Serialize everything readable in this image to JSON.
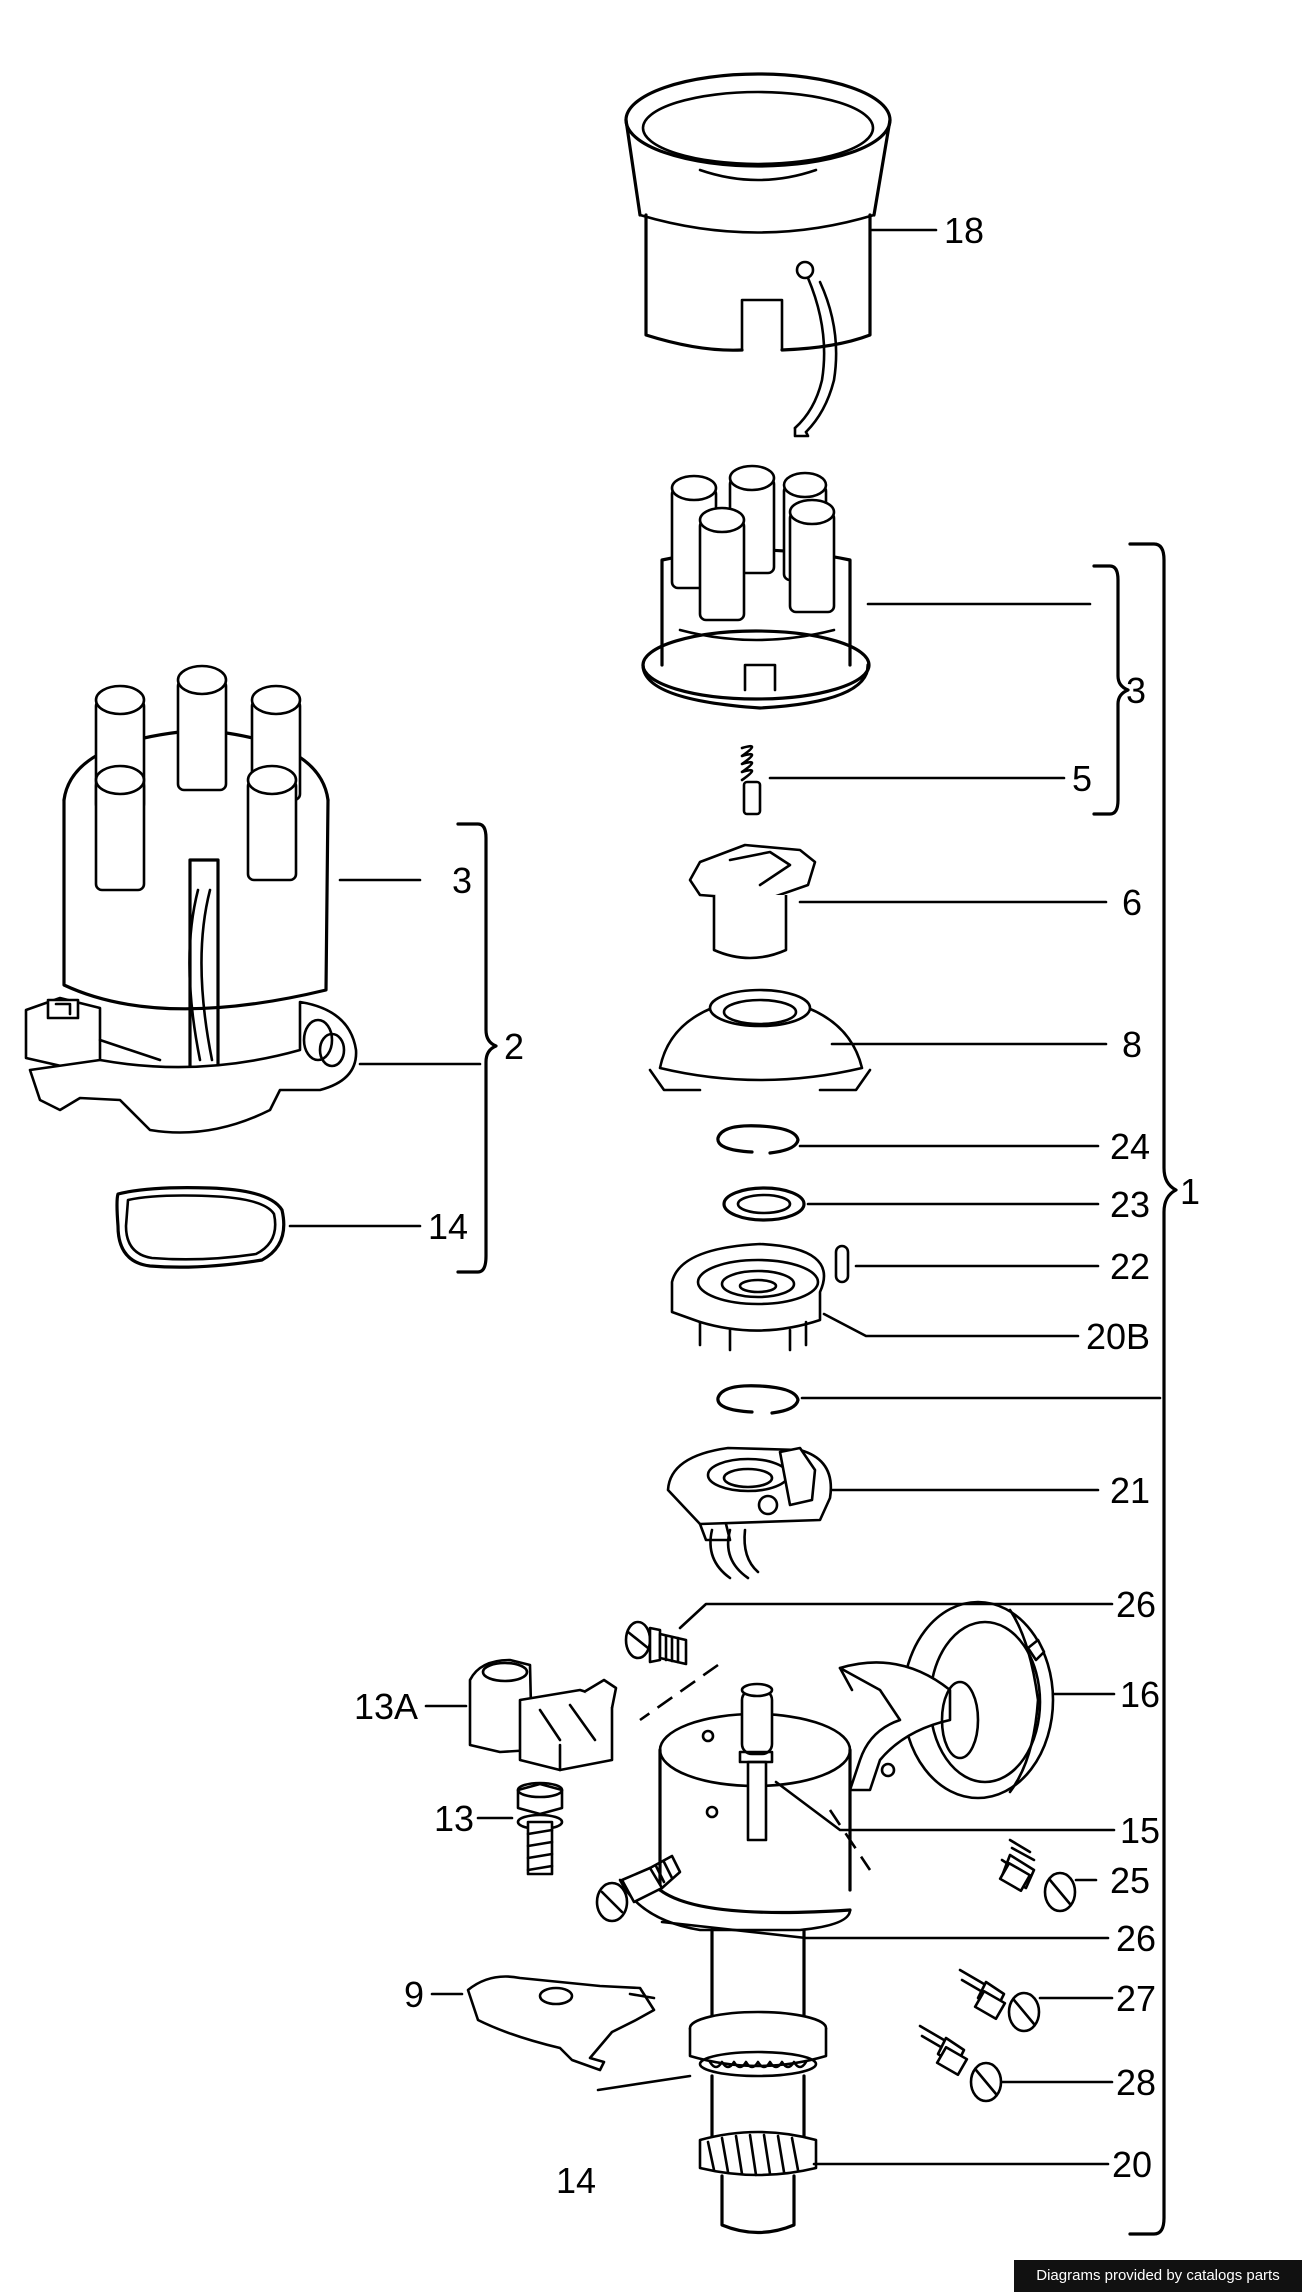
{
  "callouts": [
    {
      "id": "18"
    },
    {
      "id": "3"
    },
    {
      "id": "5"
    },
    {
      "id": "6"
    },
    {
      "id": "8"
    },
    {
      "id": "24"
    },
    {
      "id": "23"
    },
    {
      "id": "1"
    },
    {
      "id": "22"
    },
    {
      "id": "20B"
    },
    {
      "id": "21"
    },
    {
      "id": "26"
    },
    {
      "id": "16"
    },
    {
      "id": "13A"
    },
    {
      "id": "15"
    },
    {
      "id": "13"
    },
    {
      "id": "25"
    },
    {
      "id": "26"
    },
    {
      "id": "9"
    },
    {
      "id": "27"
    },
    {
      "id": "28"
    },
    {
      "id": "14"
    },
    {
      "id": "20"
    },
    {
      "id": "3"
    },
    {
      "id": "2"
    },
    {
      "id": "14"
    }
  ],
  "credit": "Diagrams provided by catalogs parts",
  "colors": {
    "line": "#000000",
    "background": "#ffffff",
    "credit_bg": "#111111",
    "credit_text": "#ffffff"
  }
}
